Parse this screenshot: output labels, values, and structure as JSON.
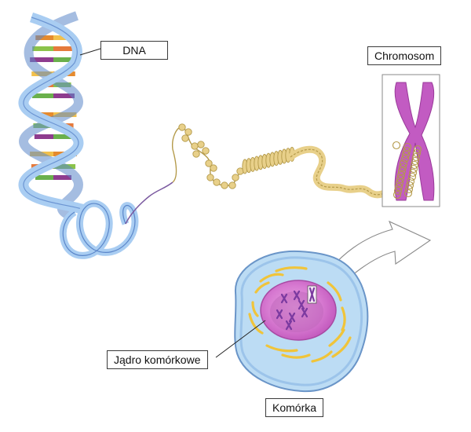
{
  "labels": {
    "dna": "DNA",
    "chromosome": "Chromosom",
    "nucleus": "Jądro komórkowe",
    "cell": "Komórka"
  },
  "colors": {
    "helix_light": "#a9cdf2",
    "helix_dark": "#5b86c9",
    "base_pairs": [
      "#e58a2e",
      "#8bc34a",
      "#8e3c8e",
      "#f2c04b",
      "#e57a3c",
      "#6ab04c"
    ],
    "fiber": "#e8d08a",
    "fiber_stroke": "#b49a4a",
    "chromosome": "#c25bc2",
    "cell_body": "#bcdcf4",
    "cell_border": "#6a95c8",
    "nucleus": "#d77ad1",
    "nucleolus_chromosomes": "#7b3aa0",
    "organelles": "#f0c43a"
  },
  "icons": [
    "dna-double-helix",
    "chromatin-fiber",
    "chromosome",
    "cell",
    "nucleus"
  ]
}
